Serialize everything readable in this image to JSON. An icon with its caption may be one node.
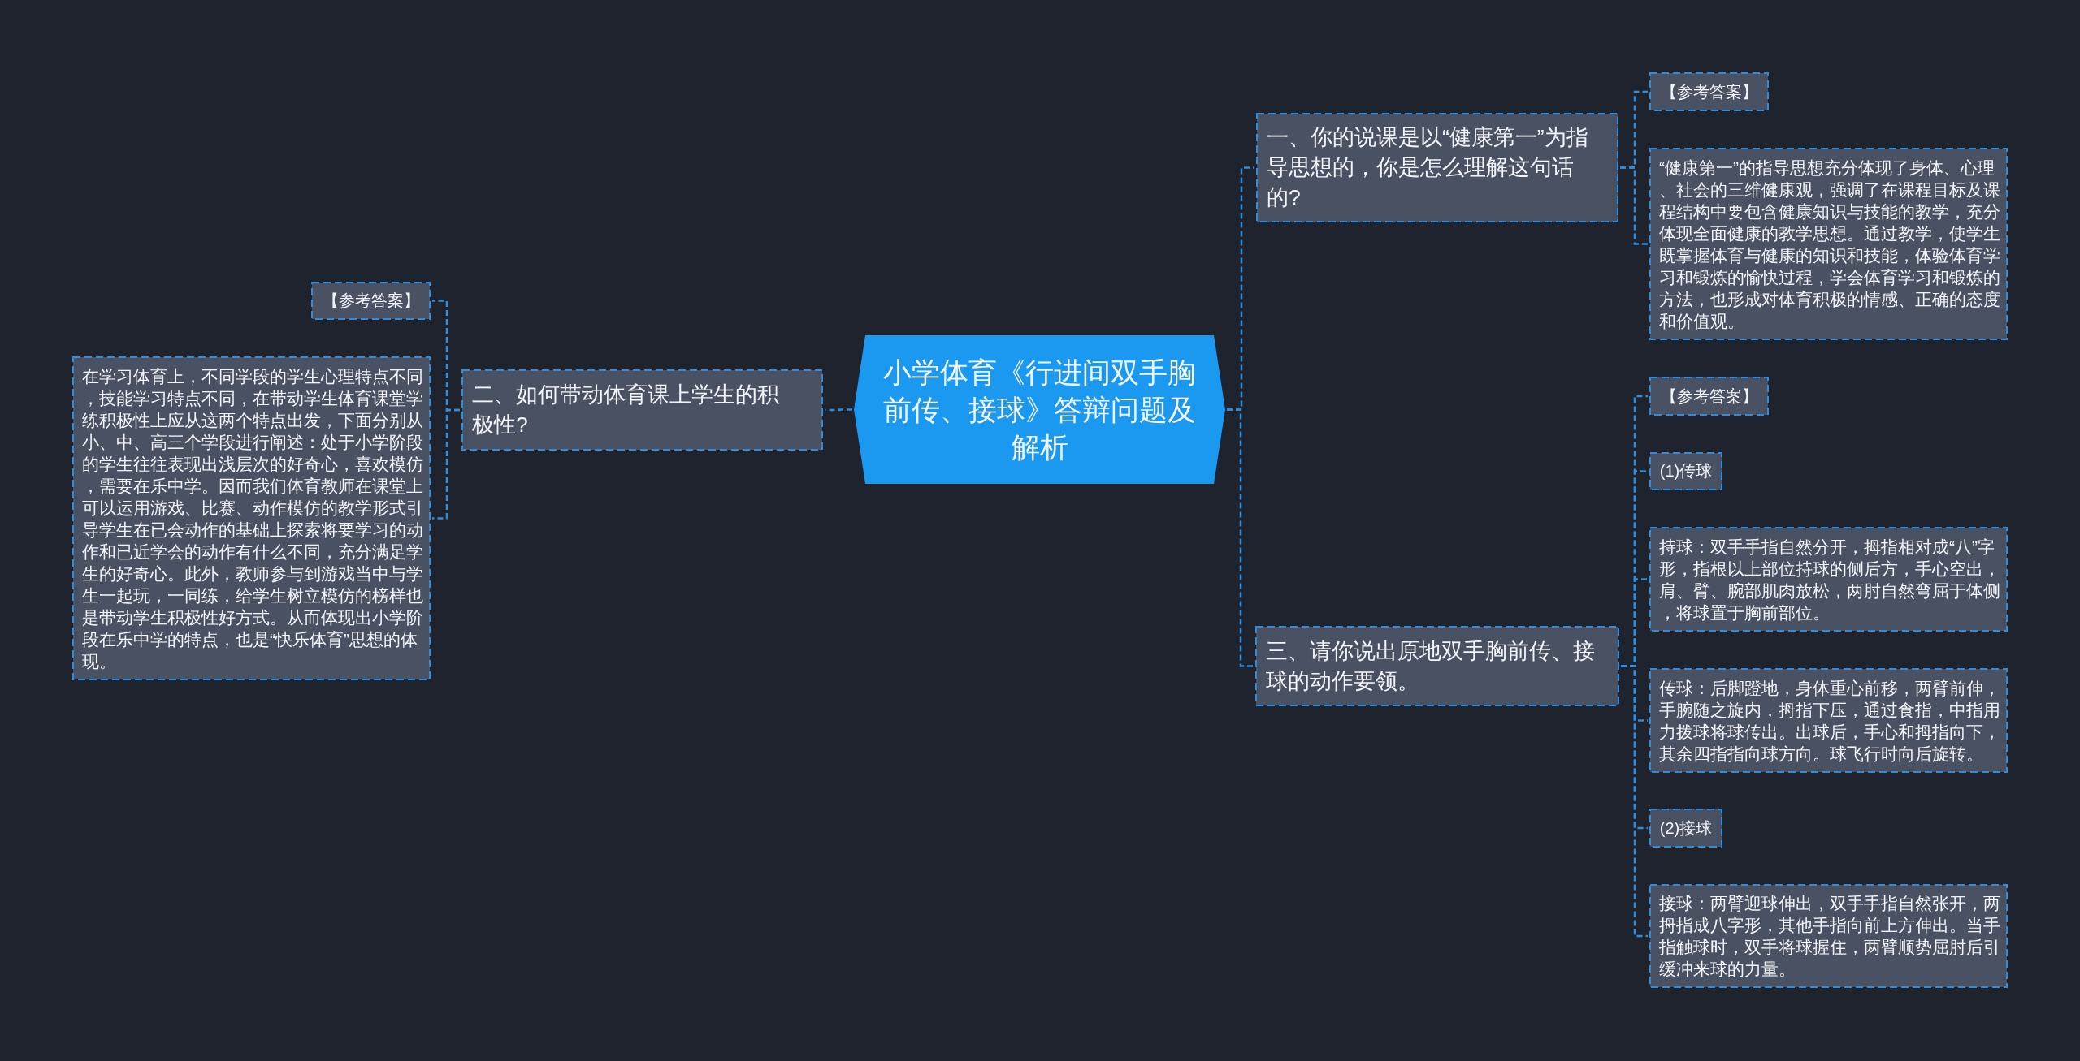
{
  "diagram": {
    "nodes": [
      {
        "text": [
          "小学体育《行进间双手胸前传、接球》答辩问题及解析"
        ]
      },
      {
        "text": [
          "一、你的说课是以“健康第一”为指导思想的，你是怎么理解这句话的?"
        ]
      },
      {
        "text": [
          "【参考答案】"
        ]
      },
      {
        "text": [
          "“健康第一”的指导思想充分体现了身体、心理、社会的三维健康观，强调了在课程目标及课程结构中要包含健康知识与技能的教学，充分体现全面健康的教学思想。通过教学，使学生既掌握体育与健康的知识和技能，体验体育学习和锻炼的愉快过程，学会体育学习和锻炼的方法，也形成对体育积极的情感、正确的态度和价值观。"
        ]
      },
      {
        "text": [
          "二、如何带动体育课上学生的积极性?"
        ]
      },
      {
        "text": [
          "【参考答案】"
        ]
      },
      {
        "text": [
          "在学习体育上，不同学段的学生心理特点不同，技能学习特点不同，在带动学生体育课堂学练积极性上应从这两个特点出发，下面分别从小、中、高三个学段进行阐述：处于小学阶段的学生往往表现出浅层次的好奇心，喜欢模仿，需要在乐中学。因而我们体育教师在课堂上可以运用游戏、比赛、动作模仿的教学形式引导学生在已会动作的基础上探索将要学习的动作和已近学会的动作有什么不同，充分满足学生的好奇心。此外，教师参与到游戏当中与学生一起玩，一同练，给学生树立模仿的榜样也是带动学生积极性好方式。从而体现出小学阶段在乐中学的特点，也是“快乐体育”思想的体现。"
        ]
      },
      {
        "text": [
          "三、请你说出原地双手胸前传、接球的动作要领。"
        ]
      },
      {
        "text": [
          "【参考答案】"
        ]
      },
      {
        "text": [
          "(1)传球"
        ]
      },
      {
        "text": [
          "持球：双手手指自然分开，拇指相对成“八”字形，指根以上部位持球的侧后方，手心空出，肩、臂、腕部肌肉放松，两肘自然弯屈于体侧，将球置于胸前部位。"
        ]
      },
      {
        "text": [
          "传球：后脚蹬地，身体重心前移，两臂前伸，手腕随之旋内，拇指下压，通过食指，中指用力拨球将球传出。出球后，手心和拇指向下，其余四指指向球方向。球飞行时向后旋转。"
        ]
      },
      {
        "text": [
          "(2)接球"
        ]
      },
      {
        "text": [
          "接球：两臂迎球伸出，双手手指自然张开，两拇指成八字形，其他手指向前上方伸出。当手指触球时，双手将球握住，两臂顺势屈肘后引缓冲来球的力量。"
        ]
      }
    ],
    "edges": [
      {
        "from": 0,
        "to": 1,
        "arrow": "none",
        "style": "dashed"
      },
      {
        "from": 1,
        "to": 2,
        "arrow": "none",
        "style": "dashed"
      },
      {
        "from": 1,
        "to": 3,
        "arrow": "none",
        "style": "dashed"
      },
      {
        "from": 0,
        "to": 4,
        "arrow": "none",
        "style": "dashed"
      },
      {
        "from": 4,
        "to": 5,
        "arrow": "none",
        "style": "dashed"
      },
      {
        "from": 4,
        "to": 6,
        "arrow": "none",
        "style": "dashed"
      },
      {
        "from": 0,
        "to": 7,
        "arrow": "none",
        "style": "dashed"
      },
      {
        "from": 7,
        "to": 8,
        "arrow": "none",
        "style": "dashed"
      },
      {
        "from": 7,
        "to": 9,
        "arrow": "none",
        "style": "dashed"
      },
      {
        "from": 7,
        "to": 10,
        "arrow": "none",
        "style": "dashed"
      },
      {
        "from": 7,
        "to": 11,
        "arrow": "none",
        "style": "dashed"
      },
      {
        "from": 7,
        "to": 12,
        "arrow": "none",
        "style": "dashed"
      },
      {
        "from": 7,
        "to": 13,
        "arrow": "none",
        "style": "dashed"
      }
    ]
  }
}
